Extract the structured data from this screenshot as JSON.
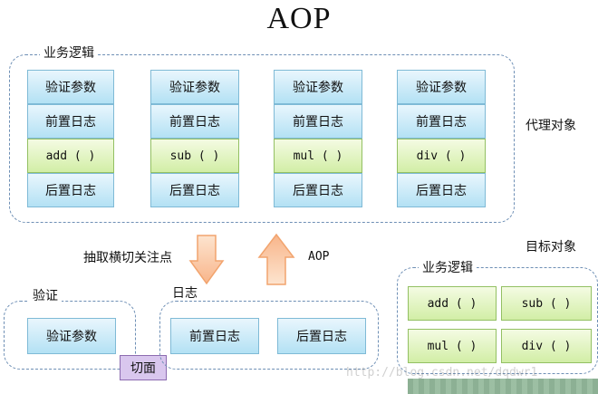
{
  "title": "AOP",
  "business_group": {
    "label": "业务逻辑",
    "columns": [
      {
        "validate": "验证参数",
        "pre_log": "前置日志",
        "method": "add ( )",
        "post_log": "后置日志"
      },
      {
        "validate": "验证参数",
        "pre_log": "前置日志",
        "method": "sub ( )",
        "post_log": "后置日志"
      },
      {
        "validate": "验证参数",
        "pre_log": "前置日志",
        "method": "mul ( )",
        "post_log": "后置日志"
      },
      {
        "validate": "验证参数",
        "pre_log": "前置日志",
        "method": "div ( )",
        "post_log": "后置日志"
      }
    ]
  },
  "proxy_label": "代理对象",
  "target_label": "目标对象",
  "extract_label": "抽取横切关注点",
  "aop_label": "AOP",
  "validation_group": {
    "label": "验证",
    "item": "验证参数"
  },
  "aspect_label": "切面",
  "log_group": {
    "label": "日志",
    "items": [
      "前置日志",
      "后置日志"
    ]
  },
  "target_group": {
    "label": "业务逻辑",
    "methods": [
      "add ( )",
      "sub ( )",
      "mul ( )",
      "div ( )"
    ]
  },
  "watermark": "http://blog.csdn.net/dqdwr1"
}
